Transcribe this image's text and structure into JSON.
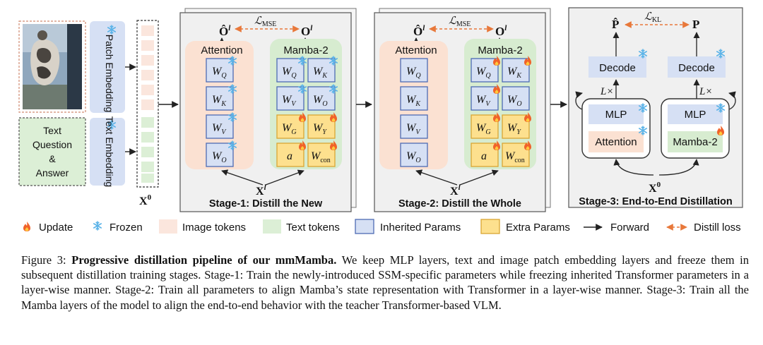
{
  "input": {
    "patch_embedding": "Patch Embedding",
    "text_embedding": "Text Embedding",
    "text_box": [
      "Text",
      "Question",
      "&",
      "Answer"
    ],
    "x0": "X",
    "x0_sup": "0"
  },
  "stage1": {
    "title": "Stage-1: Distill the New",
    "left_out": "Ô",
    "right_out": "O",
    "out_sup": "l",
    "loss": "ℒ",
    "loss_sub": "MSE",
    "attention": "Attention",
    "mamba": "Mamba-2",
    "xl": "X",
    "xl_sup": "l"
  },
  "stage2": {
    "title": "Stage-2: Distill the Whole",
    "left_out": "Ô",
    "right_out": "O",
    "out_sup": "l",
    "loss": "ℒ",
    "loss_sub": "MSE",
    "attention": "Attention",
    "mamba": "Mamba-2",
    "xl": "X",
    "xl_sup": "l"
  },
  "stage3": {
    "title": "Stage-3: End-to-End Distillation",
    "left_out": "P̂",
    "right_out": "P",
    "loss": "ℒ",
    "loss_sub": "KL",
    "decode": "Decode",
    "mlp": "MLP",
    "attention": "Attention",
    "mamba": "Mamba-2",
    "repeat": "L×",
    "x0": "X",
    "x0_sup": "0"
  },
  "params": {
    "wq": [
      "W",
      "Q"
    ],
    "wk": [
      "W",
      "K"
    ],
    "wv": [
      "W",
      "V"
    ],
    "wo": [
      "W",
      "O"
    ],
    "wg": [
      "W",
      "G"
    ],
    "wy": [
      "W",
      "Y"
    ],
    "a": "a",
    "wcon": [
      "W",
      "con"
    ]
  },
  "legend": {
    "update": "Update",
    "frozen": "Frozen",
    "image_tokens": "Image tokens",
    "text_tokens": "Text tokens",
    "inherited": "Inherited Params",
    "extra": "Extra Params",
    "forward": "Forward",
    "distill": "Distill loss"
  },
  "caption": {
    "label": "Figure 3:",
    "bold": "Progressive distillation pipeline of our mmMamba.",
    "text": " We keep MLP layers, text and image patch embedding layers and freeze them in subsequent distillation training stages. Stage-1: Train the newly-introduced SSM-specific parameters while freezing inherited Transformer parameters in a layer-wise manner. Stage-2: Train all parameters to align Mamba’s state representation with Transformer in a layer-wise manner. Stage-3: Train all the Mamba layers of the model to align the end-to-end behavior with the teacher Transformer-based VLM."
  },
  "colors": {
    "image_token": "#fbe6dd",
    "text_token": "#dcefd6",
    "inherited": "#d6e0f4",
    "extra": "#fde08e",
    "attention_bg": "#fbe1d2",
    "mamba_bg": "#d7ecd0",
    "stage_bg": "#f0f0f0",
    "loss": "#e8783a",
    "frozen": "#5bb3e8",
    "update": "#f0622a"
  }
}
